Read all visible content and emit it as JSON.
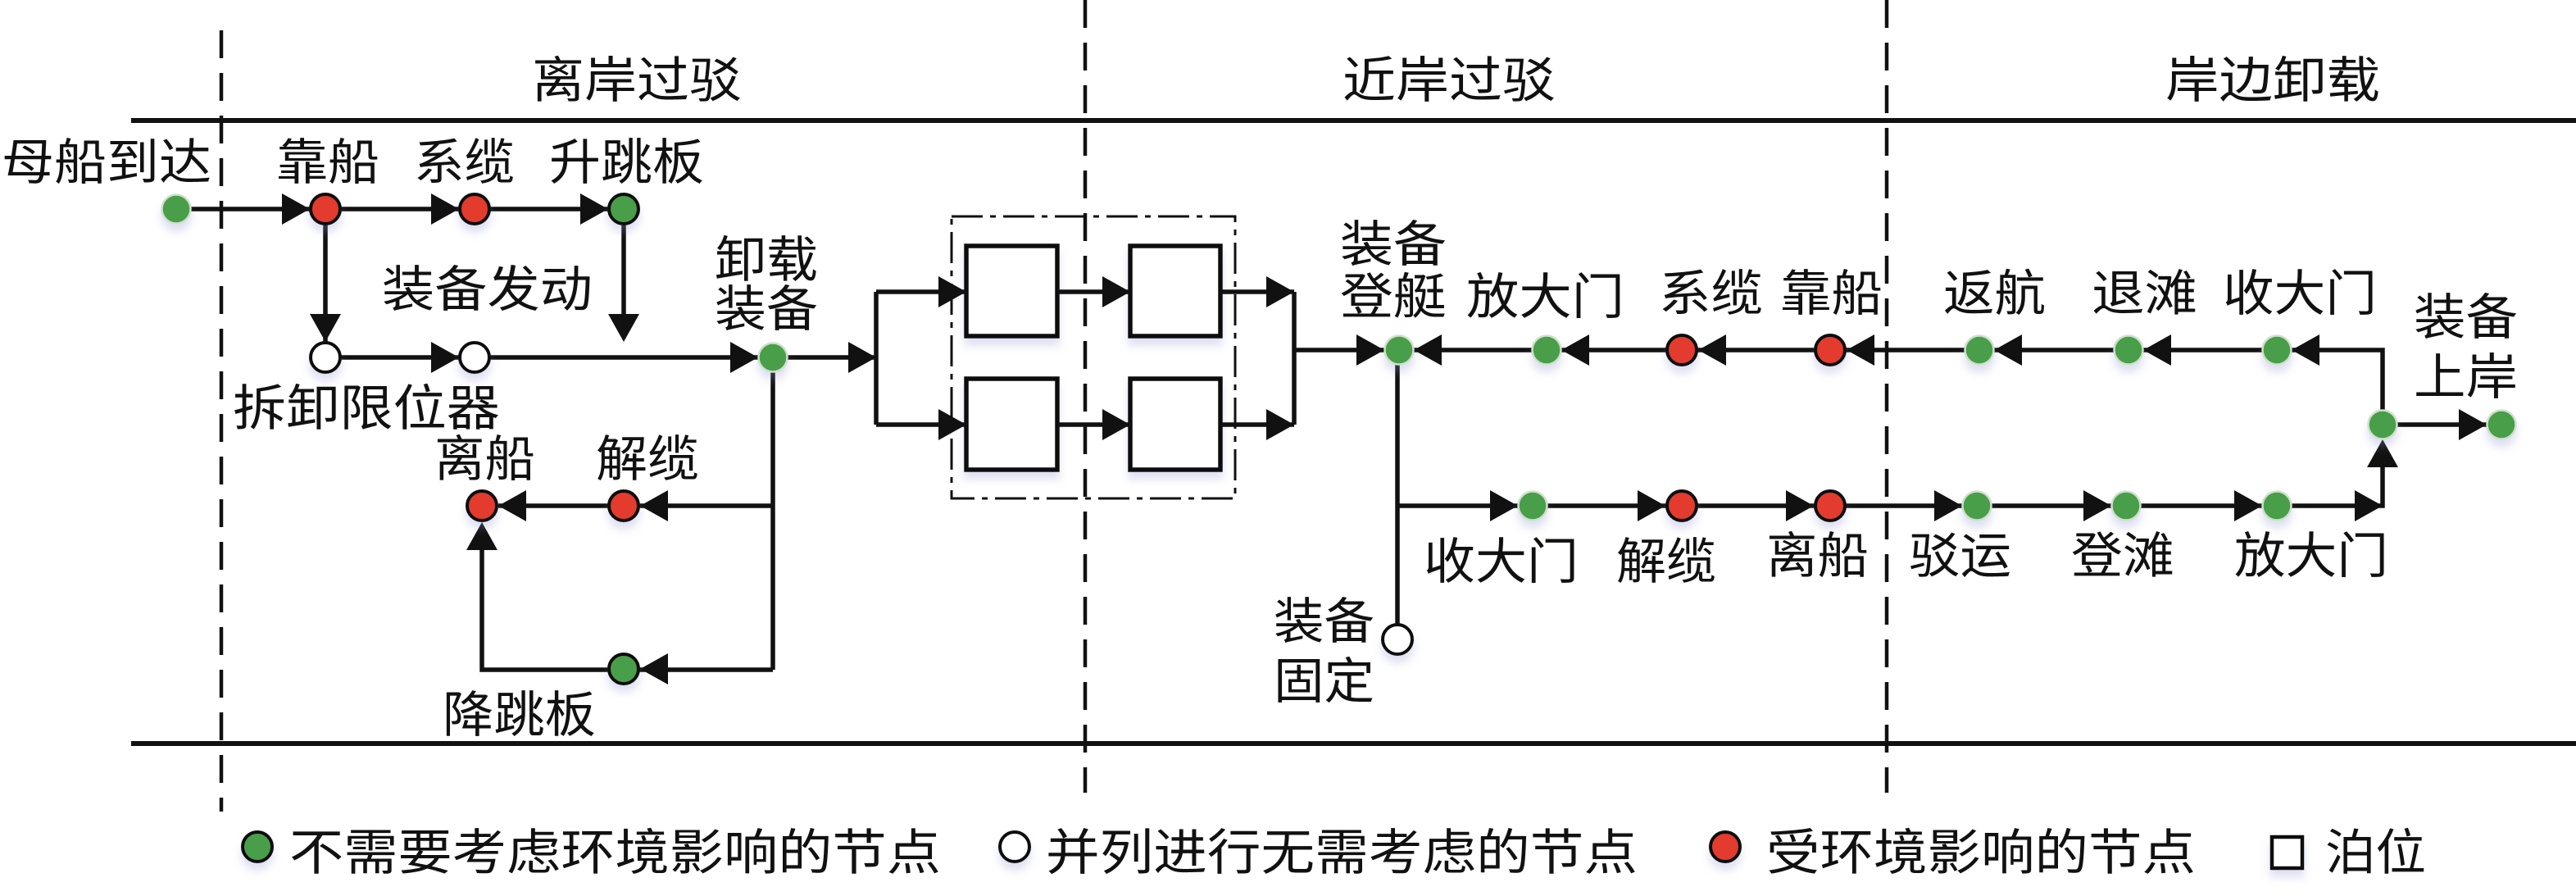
{
  "figure": {
    "sections": [
      {
        "label": "离岸过驳"
      },
      {
        "label": "近岸过驳"
      },
      {
        "label": "岸边卸载"
      }
    ],
    "nodes": {
      "mothership_arrival": {
        "label": "母船到达",
        "type": "green"
      },
      "berthing": {
        "label": "靠船",
        "type": "red"
      },
      "mooring": {
        "label": "系缆",
        "type": "red"
      },
      "raise_ramp": {
        "label": "升跳板",
        "type": "green"
      },
      "remove_limiter": {
        "label": "拆卸限位器",
        "type": "white"
      },
      "start_equipment": {
        "label": "装备发动",
        "type": "white"
      },
      "unload_equipment": {
        "label_lines": [
          "卸载",
          "装备"
        ],
        "type": "green"
      },
      "unmooring": {
        "label": "解缆",
        "type": "red"
      },
      "departure": {
        "label": "离船",
        "type": "red"
      },
      "lower_ramp": {
        "label": "降跳板",
        "type": "green"
      },
      "board_landing_craft": {
        "label_lines": [
          "装备",
          "登艇"
        ],
        "type": "green"
      },
      "open_door": {
        "label": "放大门",
        "type": "green"
      },
      "mooring_2": {
        "label": "系缆",
        "type": "red"
      },
      "berthing_2": {
        "label": "靠船",
        "type": "red"
      },
      "return_voyage": {
        "label": "返航",
        "type": "green"
      },
      "retreat_beach": {
        "label": "退滩",
        "type": "green"
      },
      "close_door": {
        "label": "收大门",
        "type": "green"
      },
      "equipment_secure": {
        "label_lines": [
          "装备",
          "固定"
        ],
        "type": "white"
      },
      "close_door_2": {
        "label": "收大门",
        "type": "green"
      },
      "unmooring_2": {
        "label": "解缆",
        "type": "red"
      },
      "departure_2": {
        "label": "离船",
        "type": "red"
      },
      "lighter_transport": {
        "label": "驳运",
        "type": "green"
      },
      "beaching": {
        "label": "登滩",
        "type": "green"
      },
      "open_door_2": {
        "label": "放大门",
        "type": "green"
      },
      "junction": {
        "type": "green"
      },
      "equipment_ashore": {
        "label_lines": [
          "装备",
          "上岸"
        ],
        "type": "green"
      }
    }
  },
  "legend": [
    {
      "type": "green",
      "label": "不需要考虑环境影响的节点"
    },
    {
      "type": "white",
      "label": "并列进行无需考虑的节点"
    },
    {
      "type": "red",
      "label": "受环境影响的节点"
    },
    {
      "type": "berth",
      "label": "泊位"
    }
  ],
  "colors": {
    "green": "#4a9e4a",
    "red": "#e33b2e",
    "white": "#ffffff",
    "berth": "#ffffff",
    "line": "#111111"
  }
}
